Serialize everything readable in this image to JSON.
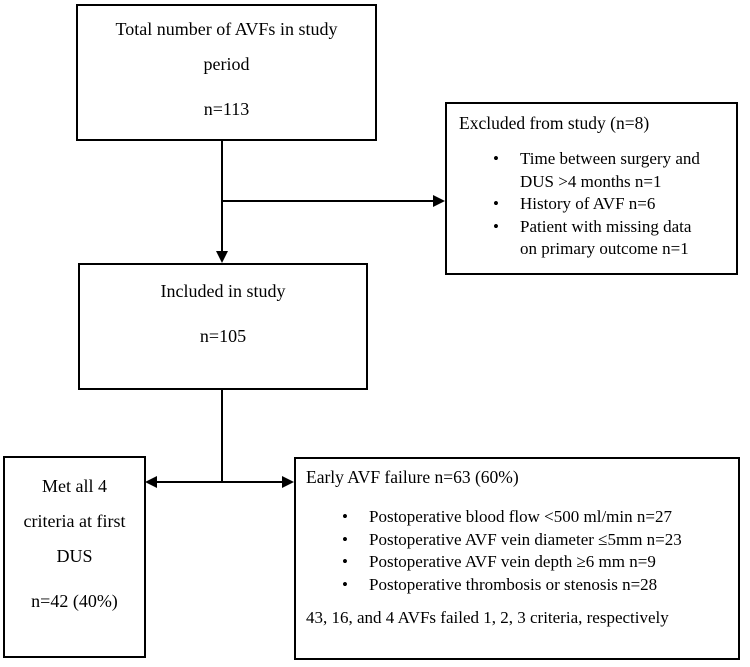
{
  "icons": {
    "bullet": "•"
  },
  "colors": {
    "line": "#000000",
    "border": "#000000",
    "background": "#ffffff",
    "text": "#000000"
  },
  "boxes": {
    "total": {
      "line1": "Total number of AVFs in study",
      "line2": "period",
      "count": "n=113"
    },
    "excluded": {
      "heading": "Excluded from study (n=8)",
      "bullets": [
        "Time between surgery and DUS >4 months n=1",
        "History of AVF n=6",
        "Patient with missing data on primary outcome n=1"
      ]
    },
    "included": {
      "line1": "Included in study",
      "count": "n=105"
    },
    "met_criteria": {
      "line1": "Met all 4",
      "line2": "criteria at first",
      "line3": "DUS",
      "count": "n=42 (40%)"
    },
    "early_failure": {
      "heading": "Early AVF failure n=63 (60%)",
      "bullets": [
        "Postoperative blood flow <500 ml/min n=27",
        "Postoperative AVF vein diameter ≤5mm n=23",
        "Postoperative AVF vein depth ≥6 mm n=9",
        "Postoperative thrombosis or stenosis n=28"
      ],
      "footer": "43, 16, and 4 AVFs failed 1, 2, 3 criteria, respectively"
    }
  }
}
